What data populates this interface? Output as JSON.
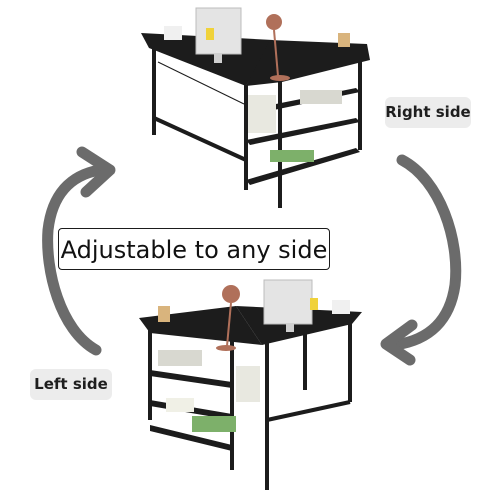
{
  "headline": "Adjustable to any side",
  "labels": {
    "right_side": "Right side",
    "left_side": "Left side"
  },
  "colors": {
    "desk": "#1c1c1c",
    "arrow": "#6b6b6b",
    "label_bg": "#ececec",
    "border": "#1b1b1b"
  }
}
